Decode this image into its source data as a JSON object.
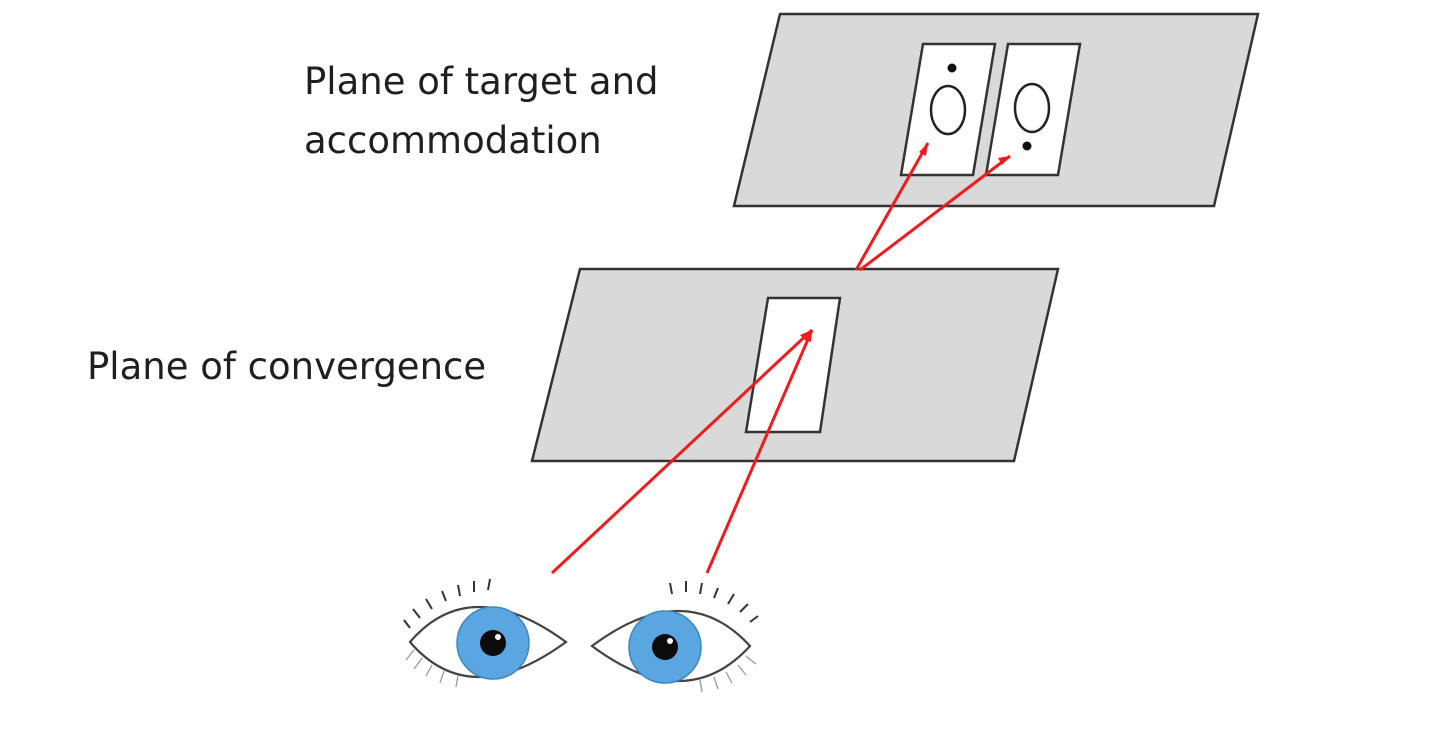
{
  "labels": {
    "target_plane": [
      "Plane of target and",
      "accommodation"
    ],
    "convergence_plane": "Plane of convergence"
  },
  "colors": {
    "plane_fill": "#d9d9d9",
    "ray": "#ee1c1c",
    "iris": "#5aa6e0"
  }
}
